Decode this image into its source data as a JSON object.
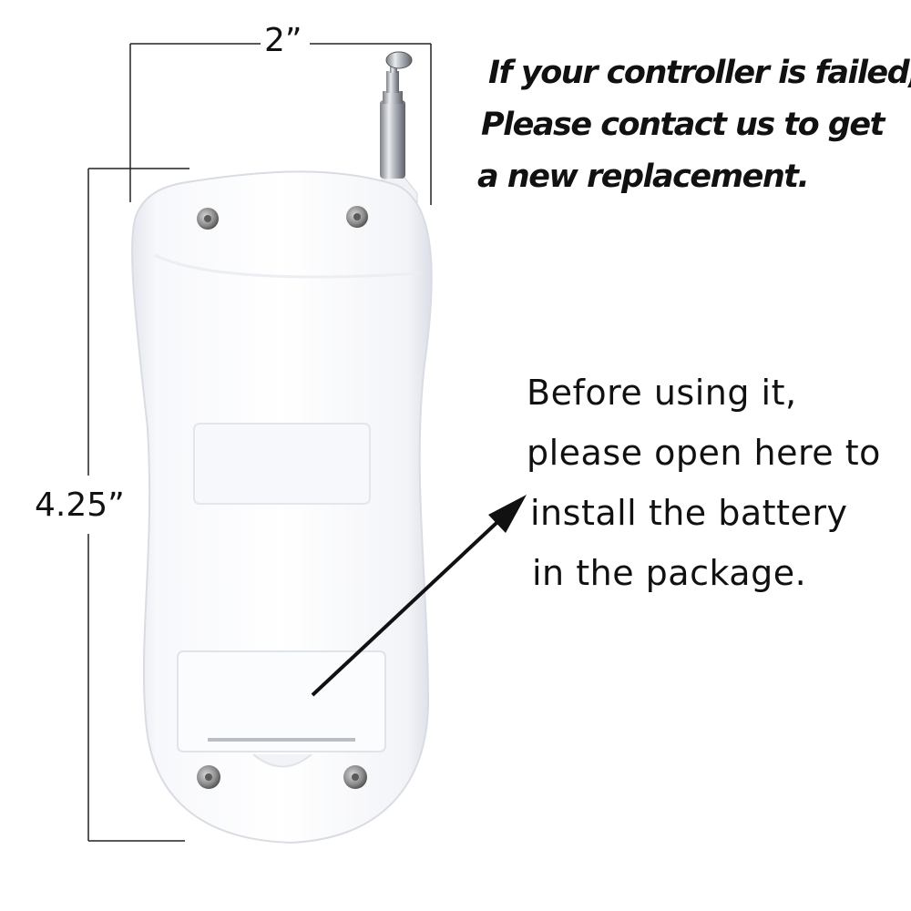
{
  "dimensions": {
    "width_label": "2”",
    "height_label": "4.25”"
  },
  "top_note": {
    "line1": "If your controller is failed,",
    "line2": "Please contact us to get",
    "line3": "a new replacement."
  },
  "instructions": {
    "line1": "Before using it,",
    "line2": "please open here to",
    "line3": "install the battery",
    "line4": "in the package."
  },
  "colors": {
    "remote_body": "#ffffff",
    "text": "#111111"
  }
}
